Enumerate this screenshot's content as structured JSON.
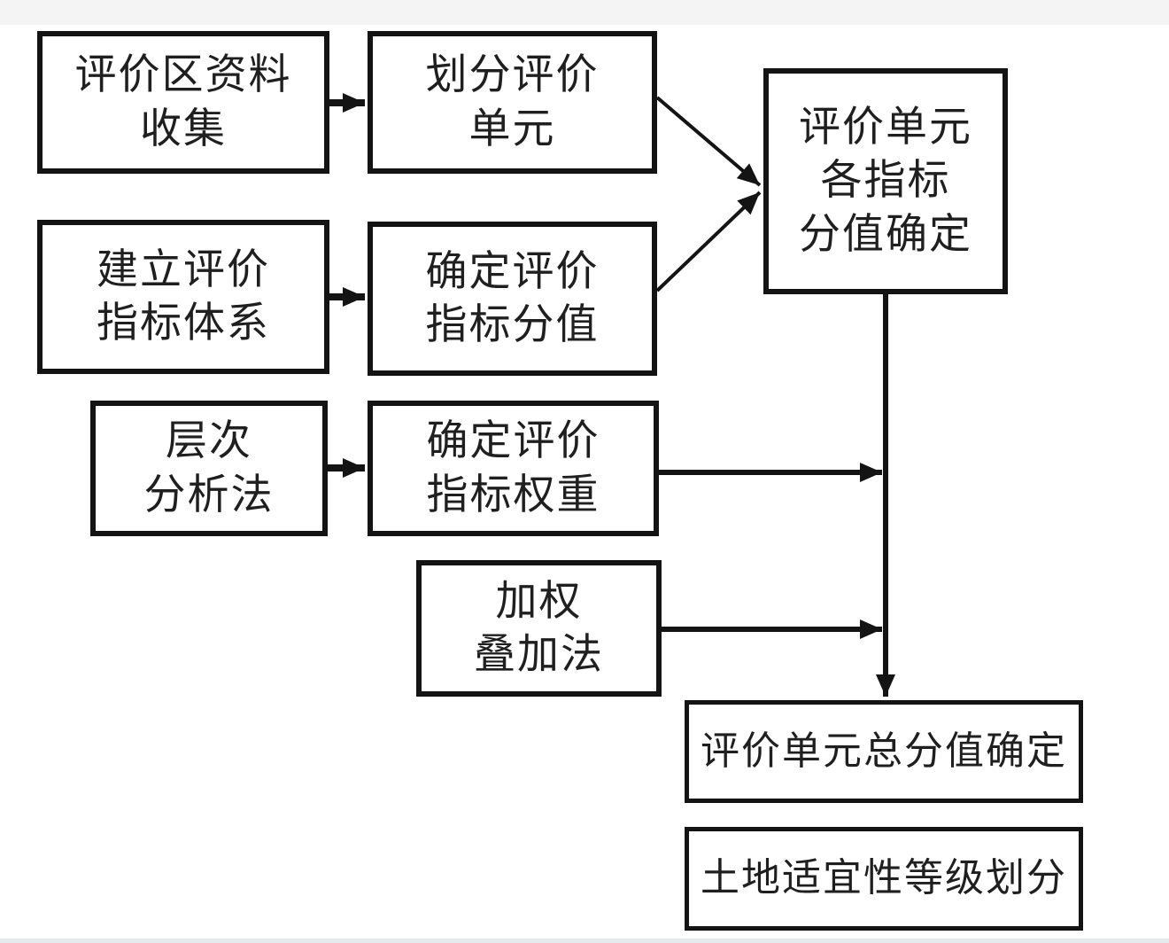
{
  "colors": {
    "line": "#141414",
    "box_border": "#141414",
    "box_fill": "#ffffff",
    "text": "#1f1f1f",
    "top_strip": "#f4f4f4",
    "bottom_strip": "#e7eaea"
  },
  "boxes": {
    "collect_data": {
      "lines": [
        "评价区资料",
        "收集"
      ]
    },
    "divide_units": {
      "lines": [
        "划分评价",
        "单元"
      ]
    },
    "unit_indicator_scores": {
      "lines": [
        "评价单元",
        "各指标",
        "分值确定"
      ]
    },
    "build_indicator_system": {
      "lines": [
        "建立评价",
        "指标体系"
      ]
    },
    "determine_indicator_scores": {
      "lines": [
        "确定评价",
        "指标分值"
      ]
    },
    "ahp_method": {
      "lines": [
        "层次",
        "分析法"
      ]
    },
    "determine_indicator_weights": {
      "lines": [
        "确定评价",
        "指标权重"
      ]
    },
    "weighted_overlay_method": {
      "lines": [
        "加权",
        "叠加法"
      ]
    },
    "total_score": {
      "lines": [
        "评价单元总分值确定"
      ]
    },
    "land_suitability_grades": {
      "lines": [
        "土地适宜性等级划分"
      ]
    }
  }
}
